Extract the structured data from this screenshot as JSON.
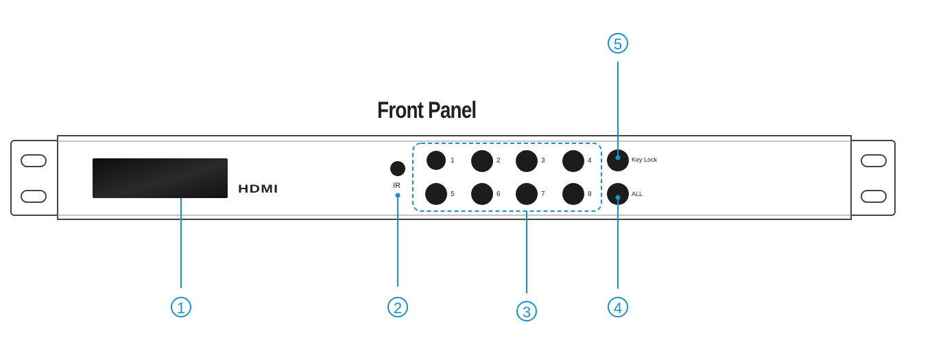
{
  "title": "Front Panel",
  "brand_logo": "HDMI",
  "ir_label": "IR",
  "buttons": {
    "b1": "1",
    "b2": "2",
    "b3": "3",
    "b4": "4",
    "b5": "5",
    "b6": "6",
    "b7": "7",
    "b8": "8",
    "key_lock": "Key Lock",
    "all": "ALL"
  },
  "callouts": {
    "c1": "1",
    "c2": "2",
    "c3": "3",
    "c4": "4",
    "c5": "5"
  },
  "colors": {
    "callout": "#1a8fd0",
    "button": "#1c1c1c",
    "outline": "#444444"
  }
}
